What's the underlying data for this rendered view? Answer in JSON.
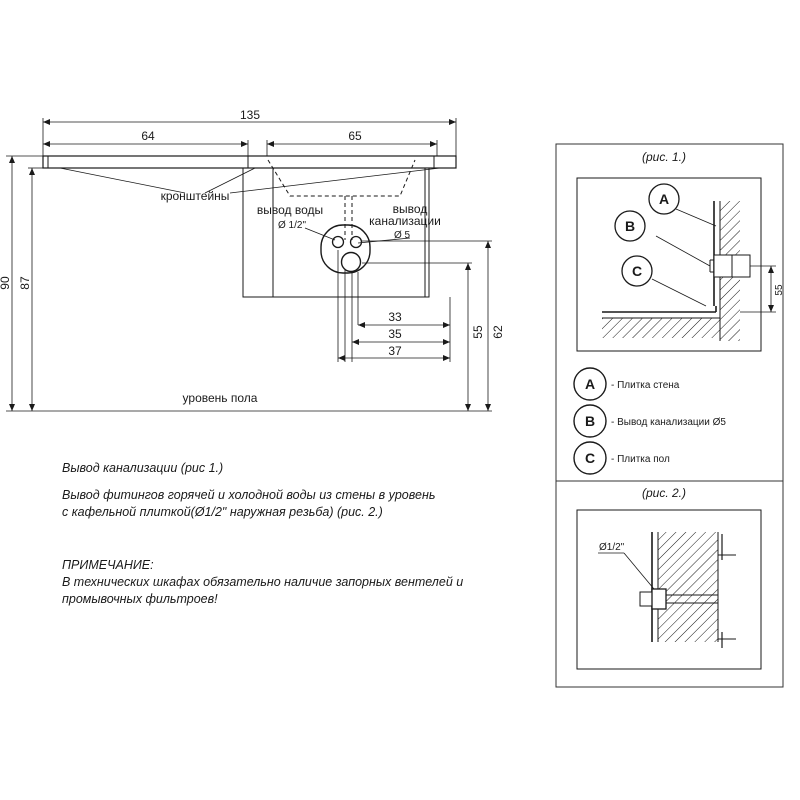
{
  "main_drawing": {
    "dims": {
      "total_width": "135",
      "left_width": "64",
      "right_width": "65",
      "height_total": "90",
      "height_counter": "87",
      "d33": "33",
      "d35": "35",
      "d37": "37",
      "d55": "55",
      "d62": "62"
    },
    "labels": {
      "brackets": "кронштейны",
      "water_outlet": "вывод воды",
      "water_dia": "Ø 1/2\"",
      "sewer_line1": "вывод",
      "sewer_line2": "канализации",
      "sewer_dia": "Ø 5",
      "floor": "уровень пола"
    }
  },
  "fig1": {
    "title": "(рис. 1.)",
    "dim_55": "55",
    "callouts": [
      "A",
      "B",
      "C"
    ]
  },
  "legend": [
    {
      "letter": "A",
      "text": "- Плитка стена"
    },
    {
      "letter": "B",
      "text": "- Вывод канализации  Ø5"
    },
    {
      "letter": "C",
      "text": "- Плитка пол"
    }
  ],
  "fig2": {
    "title": "(рис. 2.)",
    "dia_label": "Ø1/2\""
  },
  "notes": {
    "line1": "Вывод канализации (рис 1.)",
    "line2a": "Вывод фитингов горячей и холодной воды из стены в уровень",
    "line2b": "с кафельной плиткой(Ø1/2\" наружная резьба) (рис. 2.)",
    "heading": "ПРИМЕЧАНИЕ:",
    "line3a": "В технических шкафах обязательно наличие запорных вентелей и",
    "line3b": "промывочных фильтроев!"
  },
  "colors": {
    "ink": "#1a1a1a",
    "frame": "#333333"
  }
}
